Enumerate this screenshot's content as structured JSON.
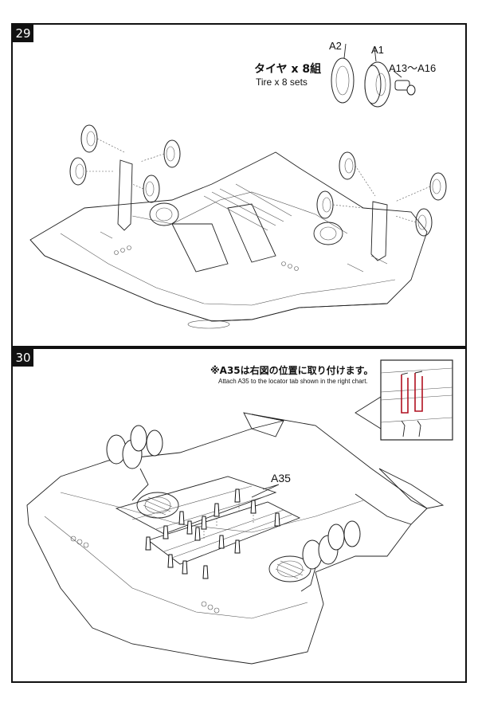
{
  "steps": [
    {
      "number": "29",
      "tire_note": {
        "jp": "タイヤ x 8組",
        "en": "Tire x 8 sets"
      },
      "part_labels": {
        "outer": "A2",
        "inner": "A1",
        "hub": "A13〜A16"
      }
    },
    {
      "number": "30",
      "note": {
        "jp": "※A35は右図の位置に取り付けます。",
        "en": "Attach A35 to the locator tab shown in the right chart."
      },
      "part_label": "A35"
    }
  ]
}
